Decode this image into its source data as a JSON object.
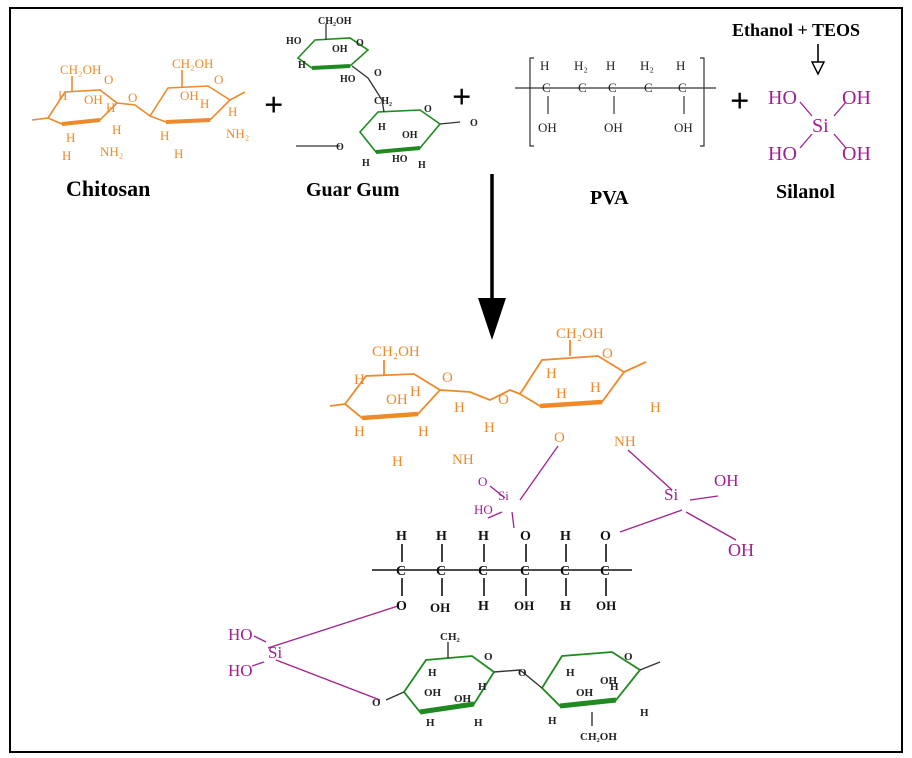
{
  "colors": {
    "chitosan": "#ee8a2a",
    "guar": "#1f8a1f",
    "silanol": "#a0208e",
    "pva": "#222222",
    "frame": "#000000"
  },
  "reactants": {
    "chitosan_label": "Chitosan",
    "guar_label": "Guar Gum",
    "pva_label": "PVA",
    "silanol_label": "Silanol",
    "plus": "+",
    "precursor": "Ethanol + TEOS"
  },
  "atoms": {
    "ch2oh": "CH₂OH",
    "ch2oh_small": "CH₂OH",
    "ch2": "CH₂",
    "h": "H",
    "oh": "OH",
    "ho": "HO",
    "nh2": "NH₂",
    "nh": "NH",
    "o": "O",
    "si": "Si",
    "c": "C",
    "h2": "H₂",
    "dash": "—"
  },
  "icons": {
    "reaction_arrow": "down-arrow-icon",
    "precursor_arrow": "hollow-down-arrow-icon"
  }
}
